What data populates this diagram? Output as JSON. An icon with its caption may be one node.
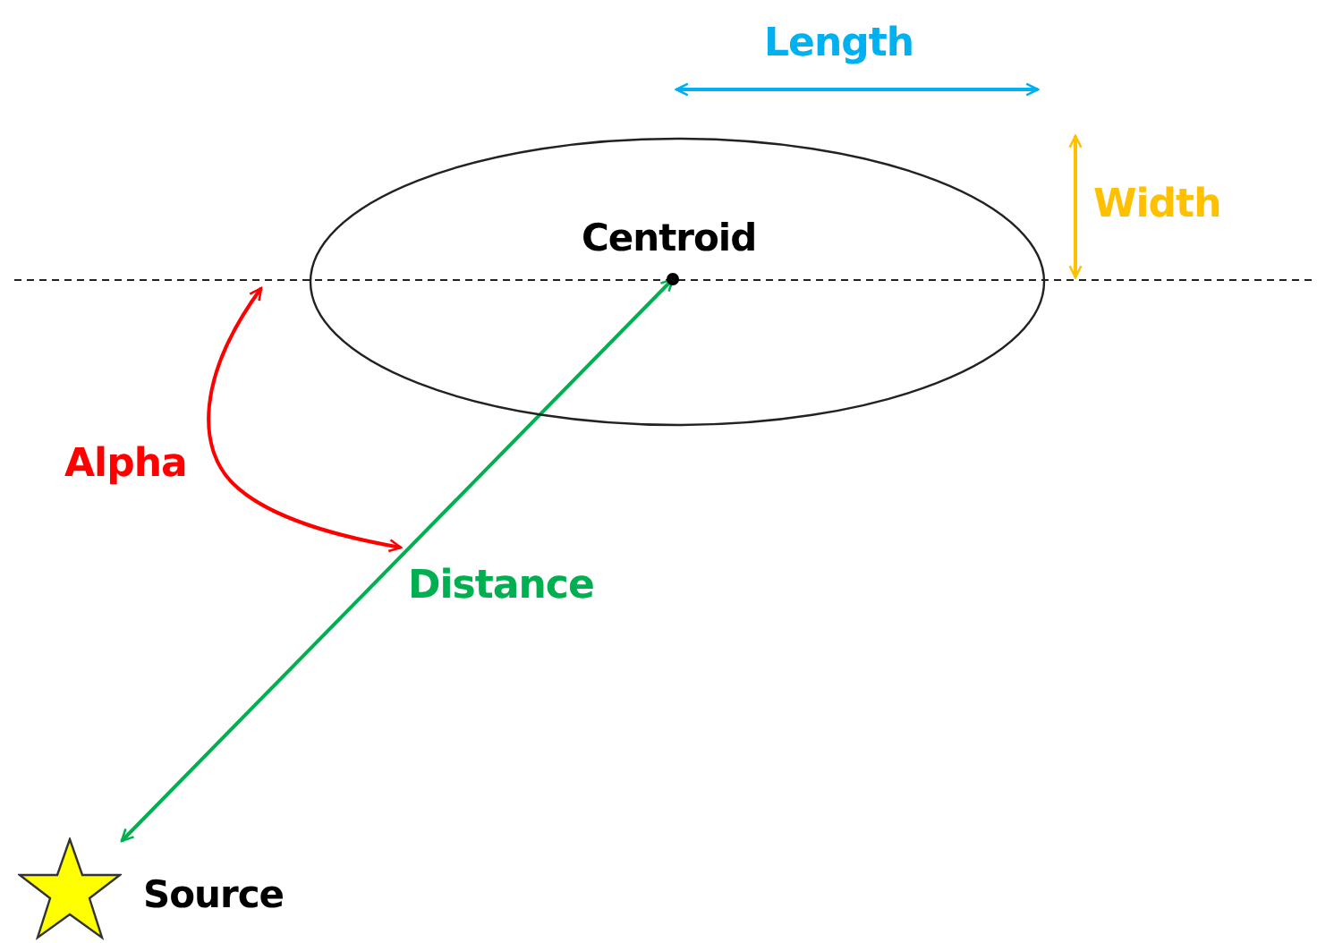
{
  "diagram": {
    "nodes": [
      {
        "text": [],
        "shape": "ellipse"
      },
      {
        "text": [
          "Centroid"
        ],
        "in": 0
      },
      {
        "text": [
          "Source"
        ]
      }
    ],
    "edges": [
      {
        "from": 2,
        "to": 1,
        "arrow": "both",
        "label": "Distance",
        "color": "#00b050"
      }
    ],
    "labels": [
      "Length",
      "Width",
      "Alpha"
    ]
  }
}
